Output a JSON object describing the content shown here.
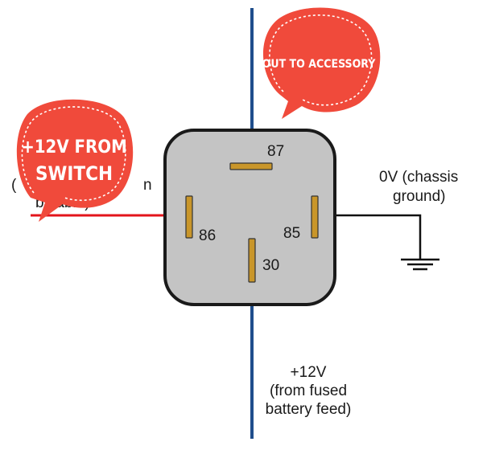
{
  "pins": {
    "p87": "87",
    "p86": "86",
    "p85": "85",
    "p30": "30"
  },
  "labels": {
    "ground_line1": "0V (chassis",
    "ground_line2": "ground)",
    "battery_line1": "+12V",
    "battery_line2": "(from fused",
    "battery_line3": "battery feed)",
    "hidden_left_line1": "(",
    "hidden_left_line2": "n",
    "hidden_left_line3": "b   cable)"
  },
  "bubbles": {
    "accessory": "OUT TO ACCESSORY",
    "switch_line1": "+12V FROM",
    "switch_line2": "SWITCH"
  },
  "colors": {
    "relay_body": "#c4c4c4",
    "relay_border": "#1a1a1a",
    "pin": "#c9962a",
    "wire_blue": "#1f4e8c",
    "wire_red": "#e3141b",
    "wire_black": "#111111",
    "bubble": "#f04a3b"
  }
}
